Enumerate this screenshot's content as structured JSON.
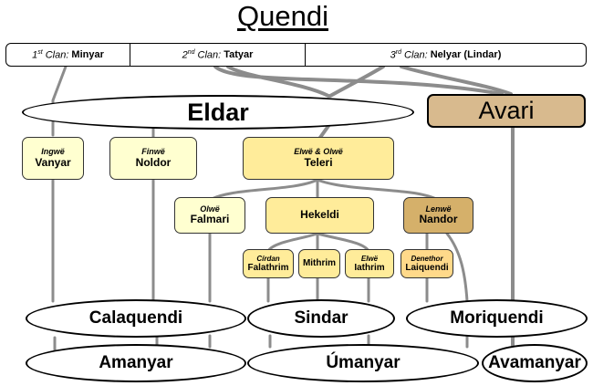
{
  "title": "Quendi",
  "clans": [
    {
      "ordinal": "1",
      "suffix": "st",
      "label": "Clan:",
      "name": "Minyar"
    },
    {
      "ordinal": "2",
      "suffix": "nd",
      "label": "Clan:",
      "name": "Tatyar"
    },
    {
      "ordinal": "3",
      "suffix": "rd",
      "label": "Clan:",
      "name": "Nelyar (Lindar)"
    }
  ],
  "groups": {
    "eldar": "Eldar",
    "avari": "Avari"
  },
  "kindreds": {
    "vanyar": {
      "leader": "Ingwë",
      "name": "Vanyar"
    },
    "noldor": {
      "leader": "Finwë",
      "name": "Noldor"
    },
    "teleri": {
      "leader": "Elwë & Olwë",
      "name": "Teleri"
    },
    "falmari": {
      "leader": "Olwë",
      "name": "Falmari"
    },
    "hekeldi": {
      "name": "Hekeldi"
    },
    "nandor": {
      "leader": "Lenwë",
      "name": "Nandor"
    },
    "falathrim": {
      "leader": "Círdan",
      "name": "Falathrim"
    },
    "mithrim": {
      "name": "Mithrim"
    },
    "iathrim": {
      "leader": "Elwë",
      "name": "Iathrim"
    },
    "laiquendi": {
      "leader": "Denethor",
      "name": "Laiquendi"
    }
  },
  "divisions": {
    "calaquendi": "Calaquendi",
    "sindar": "Sindar",
    "moriquendi": "Moriquendi",
    "amanyar": "Amanyar",
    "umanyar": "Úmanyar",
    "avamanyar": "Avamanyar"
  },
  "colors": {
    "line": "#8c8c8c",
    "pale": "#ffffd0",
    "yellow": "#ffec9a",
    "gold": "#ffd98a",
    "tan": "#d5b06a",
    "avari": "#d8ba8e"
  }
}
